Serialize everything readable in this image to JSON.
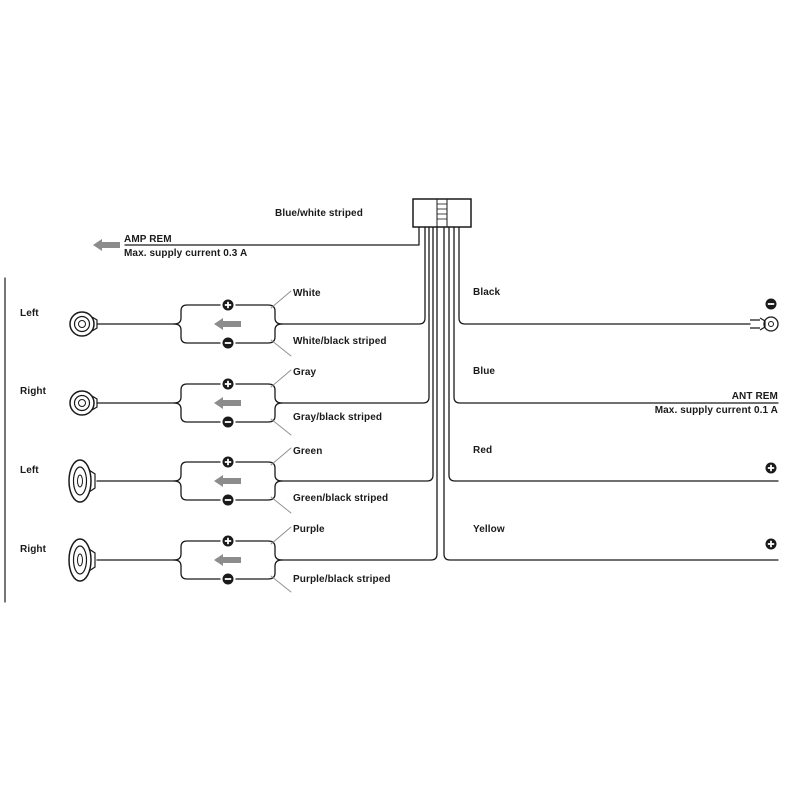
{
  "harness": {
    "blue_white_label": "Blue/white striped",
    "amp_rem_label": "AMP REM",
    "amp_rem_current": "Max. supply current 0.3 A"
  },
  "speakers": [
    {
      "side": "Left",
      "type": "round",
      "plus_wire": "White",
      "minus_wire": "White/black striped"
    },
    {
      "side": "Right",
      "type": "round",
      "plus_wire": "Gray",
      "minus_wire": "Gray/black striped"
    },
    {
      "side": "Left",
      "type": "oval",
      "plus_wire": "Green",
      "minus_wire": "Green/black striped"
    },
    {
      "side": "Right",
      "type": "oval",
      "plus_wire": "Purple",
      "minus_wire": "Purple/black striped"
    }
  ],
  "power": [
    {
      "wire": "Black",
      "terminal": "ground"
    },
    {
      "wire": "Blue",
      "terminal": "ant-rem",
      "output_label": "ANT REM",
      "output_current": "Max. supply current 0.1 A"
    },
    {
      "wire": "Red",
      "terminal": "positive"
    },
    {
      "wire": "Yellow",
      "terminal": "positive"
    }
  ],
  "symbols": {
    "plus": "+",
    "minus": "−"
  },
  "colors": {
    "line": "#1a1a1a",
    "arrow": "#8c8c8c"
  }
}
